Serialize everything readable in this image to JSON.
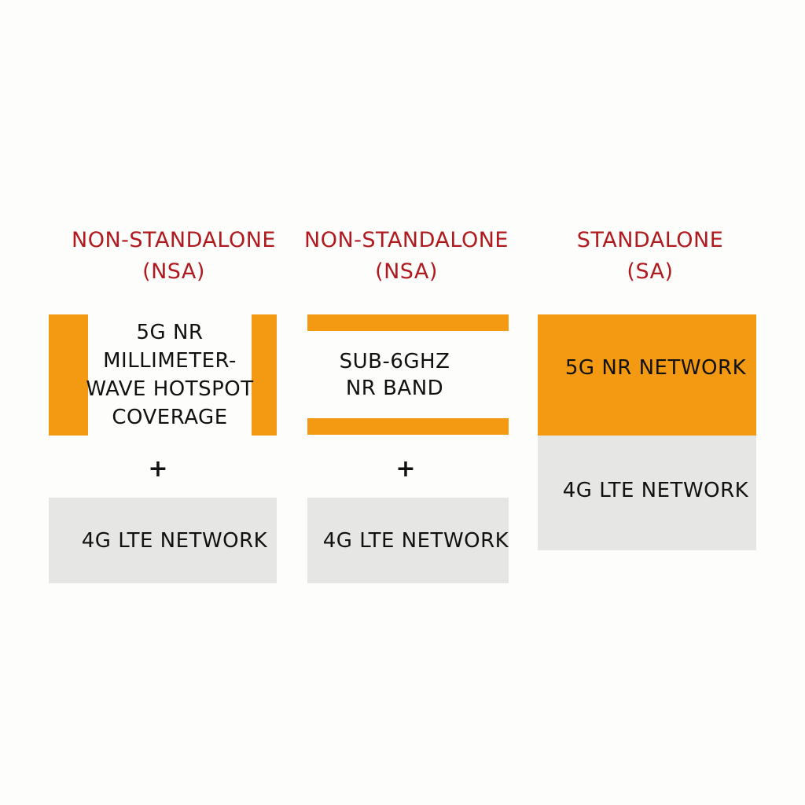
{
  "columns": [
    {
      "title_line1": "NON-STANDALONE",
      "title_line2": "(NSA)",
      "fiveg_lines": [
        "5G NR",
        "MILLIMETER-",
        "WAVE HOTSPOT",
        "COVERAGE"
      ],
      "plus": "+",
      "lte_label": "4G LTE NETWORK"
    },
    {
      "title_line1": "NON-STANDALONE",
      "title_line2": "(NSA)",
      "fiveg_lines": [
        "SUB-6GHZ",
        "NR BAND"
      ],
      "plus": "+",
      "lte_label": "4G LTE NETWORK"
    },
    {
      "title_line1": "STANDALONE",
      "title_line2": "(SA)",
      "fiveg_label": "5G NR NETWORK",
      "lte_label": "4G LTE NETWORK"
    }
  ],
  "colors": {
    "title": "#b0191e",
    "fiveg": "#f39a12",
    "lte": "#e6e6e4",
    "text": "#111111",
    "background": "#fdfdfb"
  }
}
